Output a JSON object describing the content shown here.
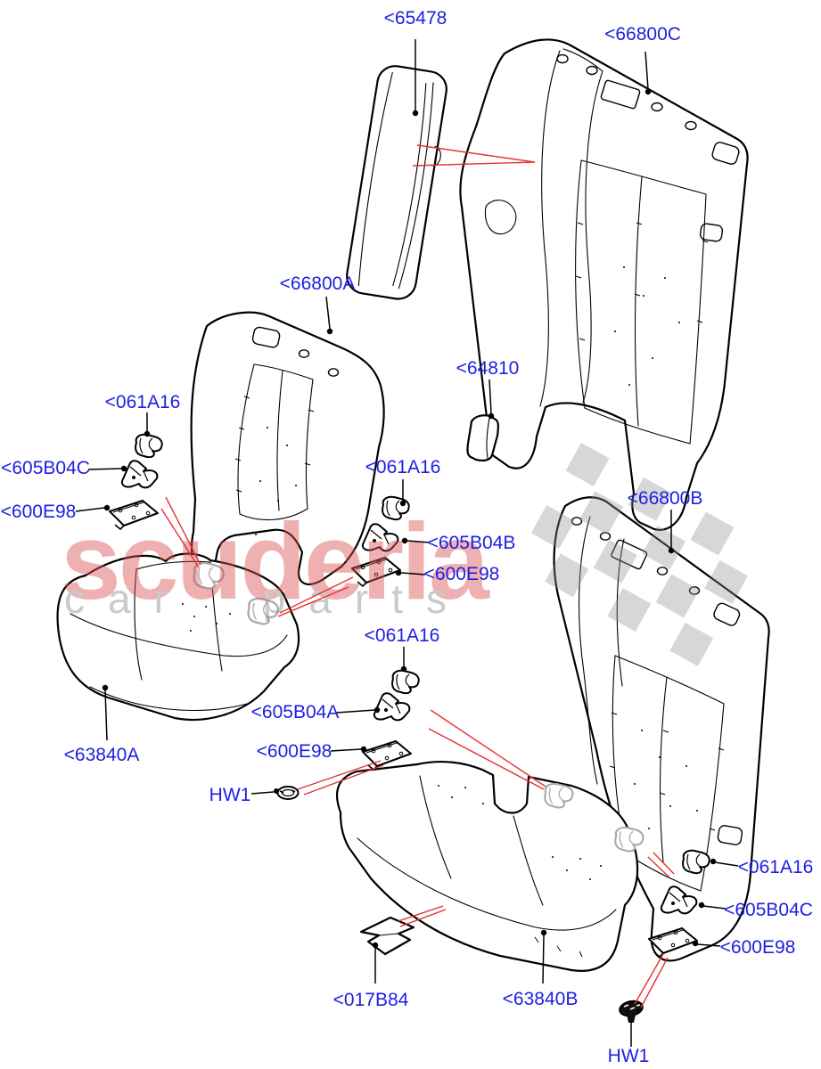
{
  "diagram": {
    "description": "Rear seat back and cushion exploded parts diagram",
    "callouts": [
      {
        "part": "armrest-pad",
        "text": "<65478"
      },
      {
        "part": "seat-back-right",
        "text": "<66800C"
      },
      {
        "part": "seat-back-left",
        "text": "<66800A"
      },
      {
        "part": "bolster-pad",
        "text": "<64810"
      },
      {
        "part": "clip-left",
        "text": "<061A16"
      },
      {
        "part": "bracket-left",
        "text": "<605B04C"
      },
      {
        "part": "plate-left",
        "text": "<600E98"
      },
      {
        "part": "clip-mid",
        "text": "<061A16"
      },
      {
        "part": "bracket-mid",
        "text": "<605B04B"
      },
      {
        "part": "plate-mid",
        "text": "<600E98"
      },
      {
        "part": "seat-back-center",
        "text": "<66800B"
      },
      {
        "part": "clip-center",
        "text": "<061A16"
      },
      {
        "part": "bracket-center",
        "text": "<605B04A"
      },
      {
        "part": "plate-center",
        "text": "<600E98"
      },
      {
        "part": "hardware-left",
        "text": "HW1"
      },
      {
        "part": "clip-right",
        "text": "<061A16"
      },
      {
        "part": "bracket-right",
        "text": "<605B04C"
      },
      {
        "part": "plate-right",
        "text": "<600E98"
      },
      {
        "part": "hardware-right",
        "text": "HW1"
      },
      {
        "part": "foam-pad",
        "text": "<017B84"
      },
      {
        "part": "cushion-right",
        "text": "<63840B"
      },
      {
        "part": "cushion-left",
        "text": "<63840A"
      }
    ],
    "watermark": {
      "brand": "scuderia",
      "subtitle": "car parts",
      "flag_icon": "checkered-flag-icon"
    },
    "colors": {
      "label": "#1e1ee4",
      "red": "#e63232",
      "ghost": "#a9a9a9",
      "flag": "#8f8f8f",
      "brand": "#d94f4f",
      "sub": "#8a8a8a"
    }
  }
}
